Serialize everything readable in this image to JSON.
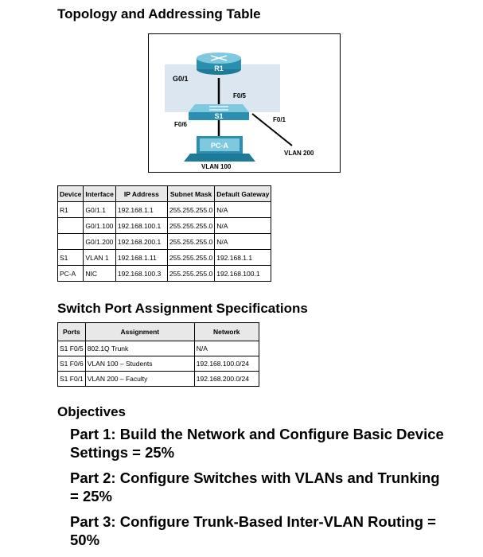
{
  "title": "Topology and Addressing Table",
  "topology": {
    "router": "R1",
    "router_port": "G0/1",
    "switch": "S1",
    "switch_port_trunk": "F0/5",
    "switch_port_pc": "F0/6",
    "switch_port_right": "F0/1",
    "pc": "PC-A",
    "vlan_left": "VLAN 100",
    "vlan_right": "VLAN 200",
    "colors": {
      "device_blue": "#2d8fb0",
      "device_light": "#7ec9de",
      "band": "#dce6f0"
    }
  },
  "address_table": {
    "headers": [
      "Device",
      "Interface",
      "IP Address",
      "Subnet Mask",
      "Default Gateway"
    ],
    "rows": [
      [
        "R1",
        "G0/1.1",
        "192.168.1.1",
        "255.255.255.0",
        "N/A"
      ],
      [
        "",
        "G0/1.100",
        "192.168.100.1",
        "255.255.255.0",
        "N/A"
      ],
      [
        "",
        "G0/1.200",
        "192.168.200.1",
        "255.255.255.0",
        "N/A"
      ],
      [
        "S1",
        "VLAN 1",
        "192.168.1.11",
        "255.255.255.0",
        "192.168.1.1"
      ],
      [
        "PC-A",
        "NIC",
        "192.168.100.3",
        "255.255.255.0",
        "192.168.100.1"
      ]
    ]
  },
  "switch_heading": "Switch Port Assignment Specifications",
  "port_table": {
    "headers": [
      "Ports",
      "Assignment",
      "Network"
    ],
    "rows": [
      [
        "S1 F0/5",
        "802.1Q Trunk",
        "N/A"
      ],
      [
        "S1 F0/6",
        "VLAN 100 – Students",
        "192.168.100.0/24"
      ],
      [
        "S1 F0/1",
        "VLAN 200 – Faculty",
        "192.168.200.0/24"
      ]
    ]
  },
  "objectives_heading": "Objectives",
  "objectives": [
    "Part 1: Build the Network and Configure Basic Device Settings = 25%",
    "Part 2: Configure Switches with VLANs and Trunking = 25%",
    "Part 3: Configure Trunk-Based Inter-VLAN Routing = 50%"
  ]
}
